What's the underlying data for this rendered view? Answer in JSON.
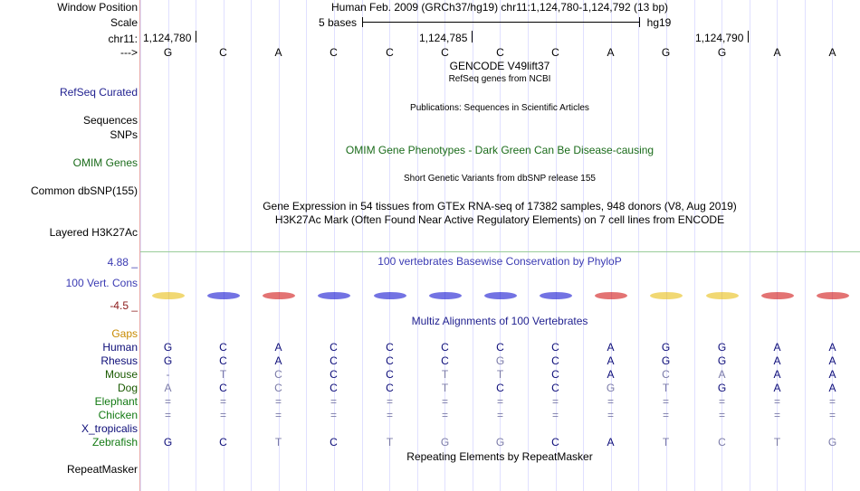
{
  "header": {
    "window_position_label": "Window Position",
    "window_position_value": "Human Feb. 2009 (GRCh37/hg19)   chr11:1,124,780-1,124,792 (13 bp)",
    "scale_label": "Scale",
    "scale_value": "5 bases",
    "scale_assembly": "hg19",
    "chrom_label": "chr11:",
    "positions": [
      "1,124,780",
      "1,124,785",
      "1,124,790"
    ],
    "strand_label": "--->"
  },
  "bases": [
    "G",
    "C",
    "A",
    "C",
    "C",
    "C",
    "C",
    "C",
    "A",
    "G",
    "G",
    "A",
    "A"
  ],
  "tracks": {
    "gencode_title": "GENCODE V49lift37",
    "refseq_subtitle": "RefSeq genes from NCBI",
    "refseq_label": "RefSeq Curated",
    "sequences_label": "Sequences",
    "publications_title": "Publications: Sequences in Scientific Articles",
    "snps_label": "SNPs",
    "omim_title": "OMIM Gene Phenotypes - Dark Green Can Be Disease-causing",
    "omim_label": "OMIM Genes",
    "dbsnp_title": "Short Genetic Variants from dbSNP release 155",
    "dbsnp_label": "Common dbSNP(155)",
    "gtex_title": "Gene Expression in 54 tissues from GTEx RNA-seq of 17382 samples, 948 donors (V8, Aug 2019)",
    "h3k27_title": "H3K27Ac Mark (Often Found Near Active Regulatory Elements) on 7 cell lines from ENCODE",
    "h3k27_label": "Layered H3K27Ac",
    "cons_max": "4.88 _",
    "cons_label": "100 Vert. Cons",
    "cons_min": "-4.5 _",
    "cons_title": "100 vertebrates Basewise Conservation by PhyloP",
    "multiz_title": "Multiz Alignments of 100 Vertebrates",
    "repeat_title": "Repeating Elements by RepeatMasker",
    "repeat_label": "RepeatMasker"
  },
  "alignment": {
    "gaps_label": "Gaps",
    "species": [
      {
        "name": "Human",
        "bases": [
          "G",
          "C",
          "A",
          "C",
          "C",
          "C",
          "C",
          "C",
          "A",
          "G",
          "G",
          "A",
          "A"
        ],
        "dim": [
          0,
          0,
          0,
          0,
          0,
          0,
          0,
          0,
          0,
          0,
          0,
          0,
          0
        ]
      },
      {
        "name": "Rhesus",
        "bases": [
          "G",
          "C",
          "A",
          "C",
          "C",
          "C",
          "G",
          "C",
          "A",
          "G",
          "G",
          "A",
          "A"
        ],
        "dim": [
          0,
          0,
          0,
          0,
          0,
          0,
          1,
          0,
          0,
          0,
          0,
          0,
          0
        ]
      },
      {
        "name": "Mouse",
        "bases": [
          "-",
          "T",
          "C",
          "C",
          "C",
          "T",
          "T",
          "C",
          "A",
          "C",
          "A",
          "A",
          "A"
        ],
        "dim": [
          1,
          1,
          1,
          0,
          0,
          1,
          1,
          0,
          0,
          1,
          1,
          0,
          0
        ]
      },
      {
        "name": "Dog",
        "bases": [
          "A",
          "C",
          "C",
          "C",
          "C",
          "T",
          "C",
          "C",
          "G",
          "T",
          "G",
          "A",
          "A"
        ],
        "dim": [
          1,
          0,
          1,
          0,
          0,
          1,
          0,
          0,
          1,
          1,
          0,
          0,
          0
        ]
      },
      {
        "name": "Elephant",
        "bases": [
          "=",
          "=",
          "=",
          "=",
          "=",
          "=",
          "=",
          "=",
          "=",
          "=",
          "=",
          "=",
          "="
        ],
        "dim": [
          1,
          1,
          1,
          1,
          1,
          1,
          1,
          1,
          1,
          1,
          1,
          1,
          1
        ]
      },
      {
        "name": "Chicken",
        "bases": [
          "=",
          "=",
          "=",
          "=",
          "=",
          "=",
          "=",
          "=",
          "=",
          "=",
          "=",
          "=",
          "="
        ],
        "dim": [
          1,
          1,
          1,
          1,
          1,
          1,
          1,
          1,
          1,
          1,
          1,
          1,
          1
        ]
      },
      {
        "name": "X_tropicalis",
        "bases": [
          "",
          "",
          "",
          "",
          "",
          "",
          "",
          "",
          "",
          "",
          "",
          "",
          ""
        ],
        "dim": [
          0,
          0,
          0,
          0,
          0,
          0,
          0,
          0,
          0,
          0,
          0,
          0,
          0
        ]
      },
      {
        "name": "Zebrafish",
        "bases": [
          "G",
          "C",
          "T",
          "C",
          "T",
          "G",
          "G",
          "C",
          "A",
          "T",
          "C",
          "T",
          "G"
        ],
        "dim": [
          0,
          0,
          1,
          0,
          1,
          1,
          1,
          0,
          0,
          1,
          1,
          1,
          1
        ]
      }
    ]
  },
  "colors": {
    "track_blue": "#1f1f8f",
    "omim_green": "#1a6b1a",
    "cons_blue": "#3b3bb3",
    "gaps_orange": "#c88a00",
    "cons_min_red": "#8b1a1a",
    "species_primate": "#0c0c78",
    "species_mammal": "#1a5a00",
    "species_green": "#137a13",
    "dim_base": "#7b7ba8",
    "logo_G": "#e6b800",
    "logo_C": "#0000cc",
    "logo_A": "#cc0000",
    "logo_T": "#009900"
  },
  "conservation_logos": [
    "G",
    "C",
    "A",
    "C",
    "C",
    "C",
    "C",
    "C",
    "A",
    "G",
    "G",
    "A",
    "A"
  ]
}
